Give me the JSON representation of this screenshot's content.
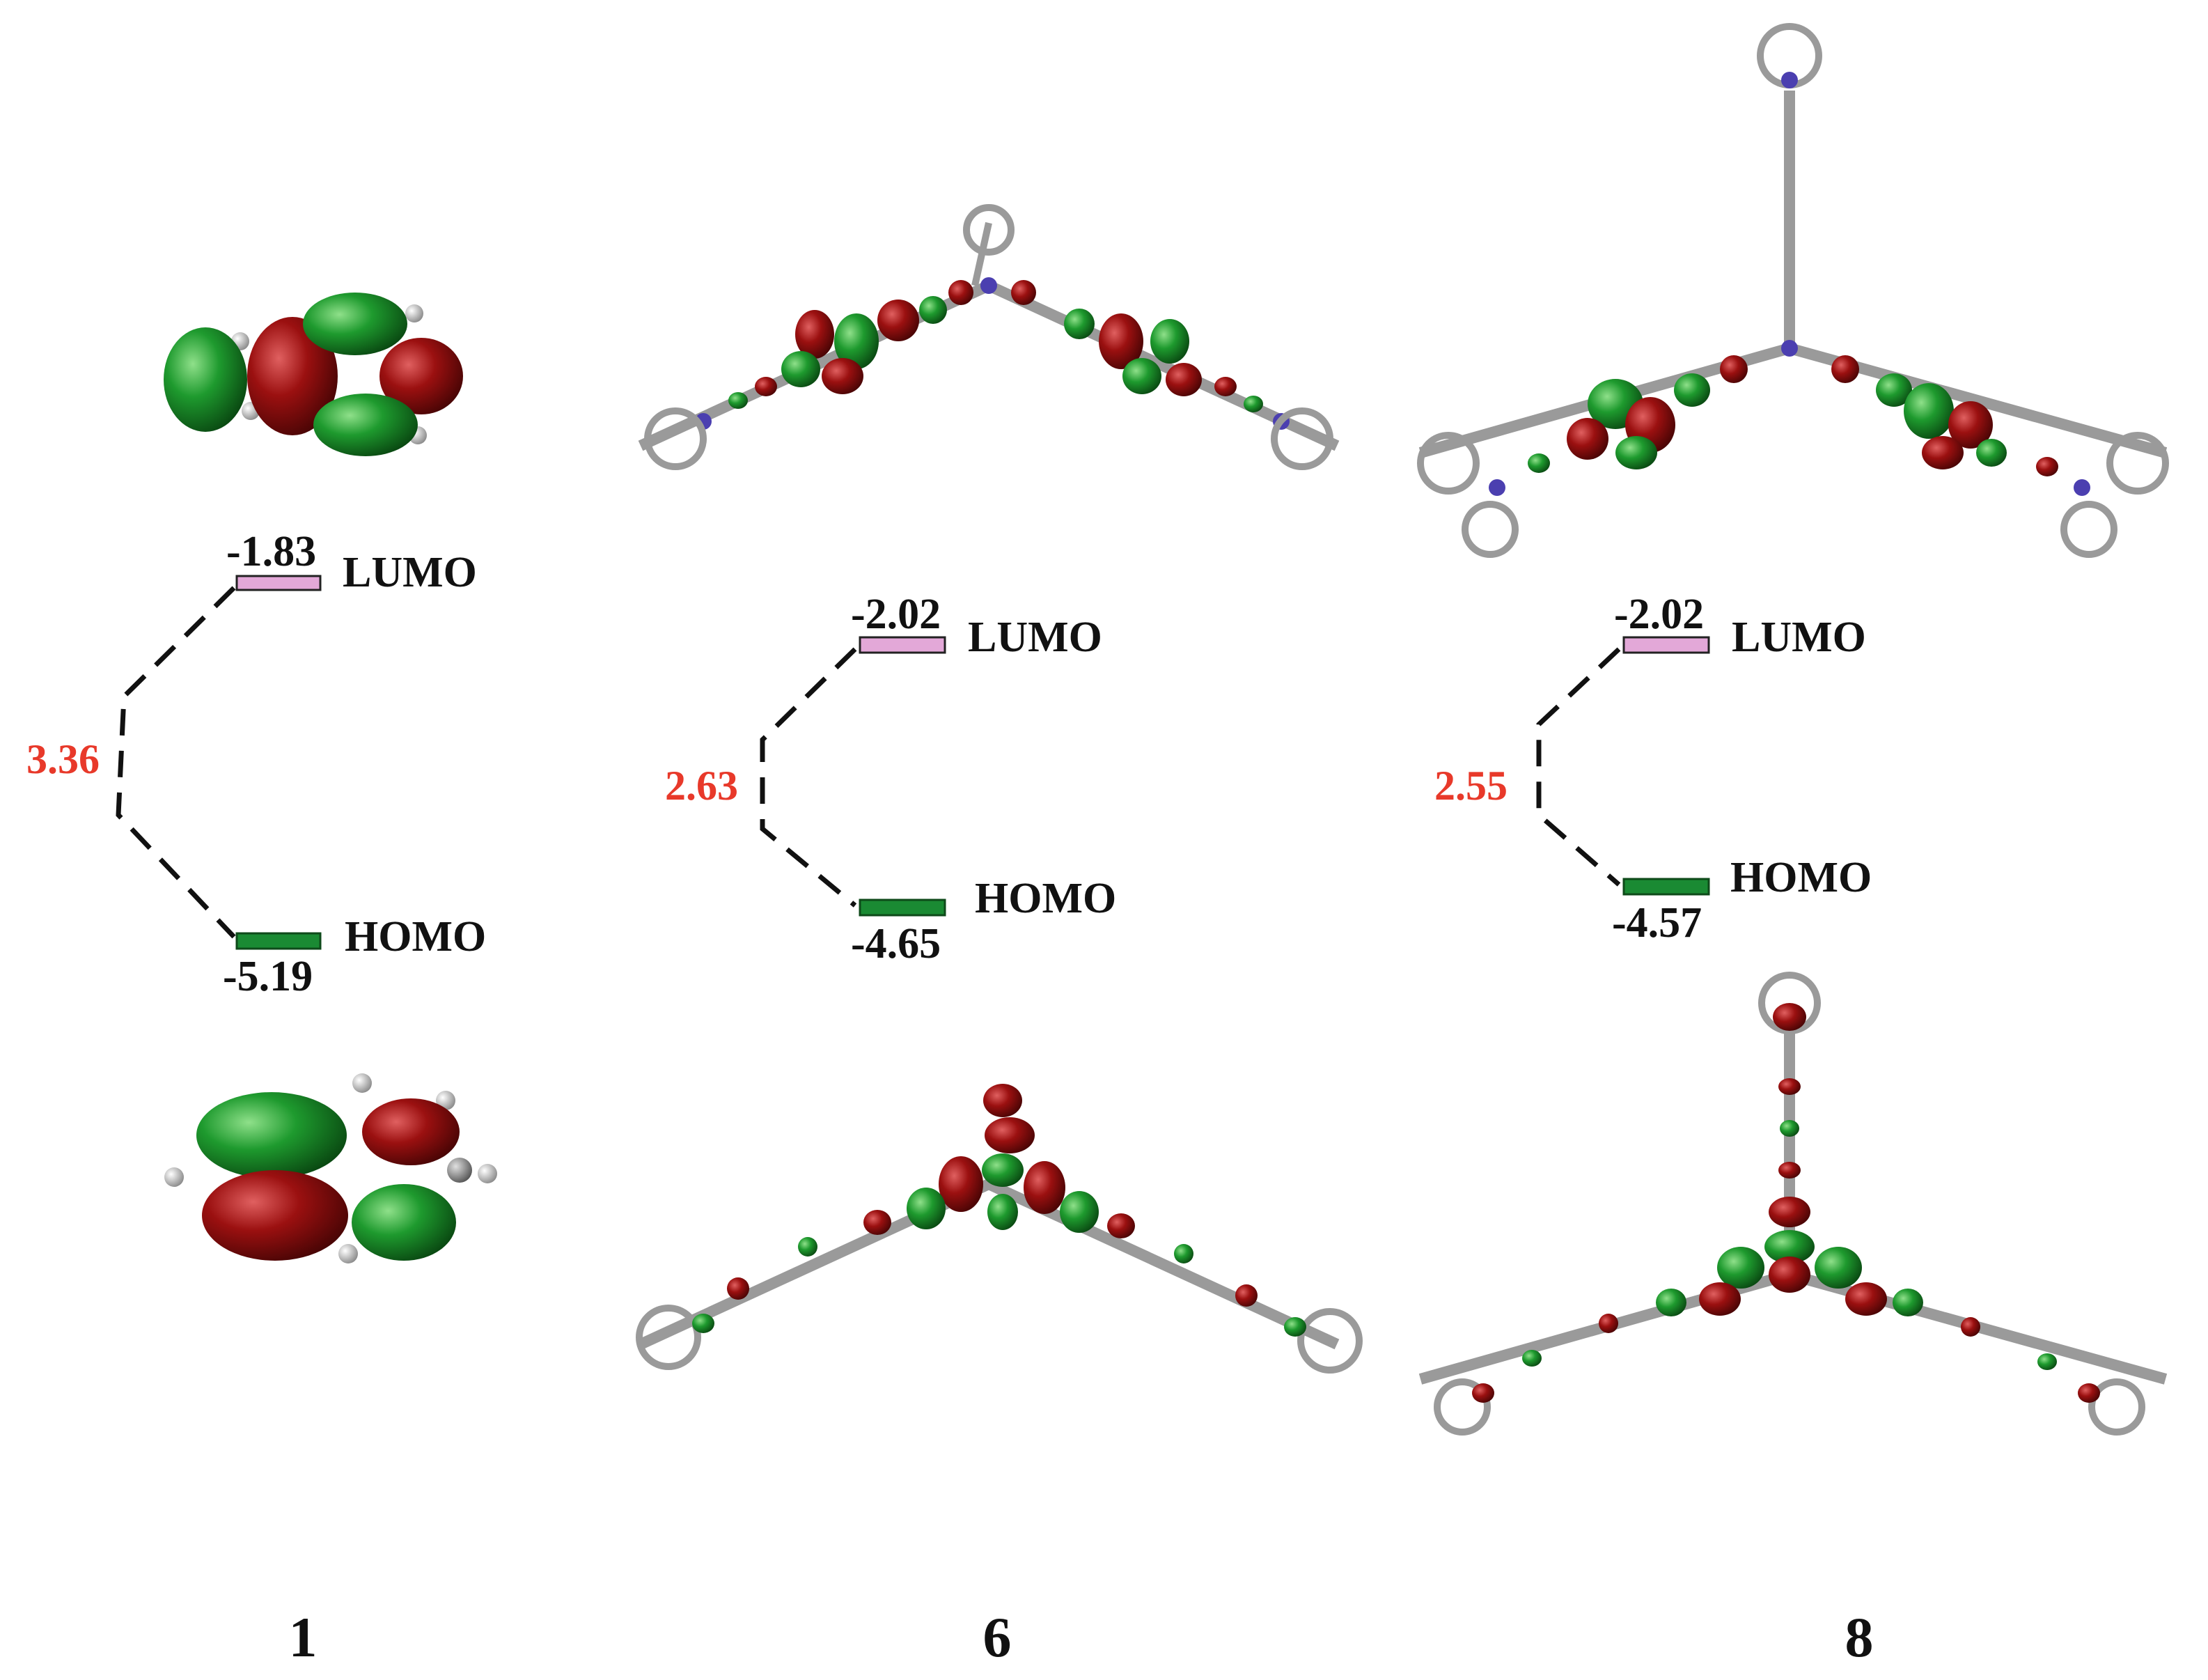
{
  "colors": {
    "lumo_bar": "#e3a8d8",
    "homo_bar": "#1a8a33",
    "gap_text": "#e8392a",
    "lobe_green": "#1e9a2e",
    "lobe_red": "#9b1010",
    "dashed_line": "#111111"
  },
  "panels": [
    {
      "compound": "1",
      "lumo": {
        "energy": "-1.83",
        "label": "LUMO"
      },
      "homo": {
        "energy": "-5.19",
        "label": "HOMO"
      },
      "gap": "3.36"
    },
    {
      "compound": "6",
      "lumo": {
        "energy": "-2.02",
        "label": "LUMO"
      },
      "homo": {
        "energy": "-4.65",
        "label": "HOMO"
      },
      "gap": "2.63"
    },
    {
      "compound": "8",
      "lumo": {
        "energy": "-2.02",
        "label": "LUMO"
      },
      "homo": {
        "energy": "-4.57",
        "label": "HOMO"
      },
      "gap": "2.55"
    }
  ]
}
